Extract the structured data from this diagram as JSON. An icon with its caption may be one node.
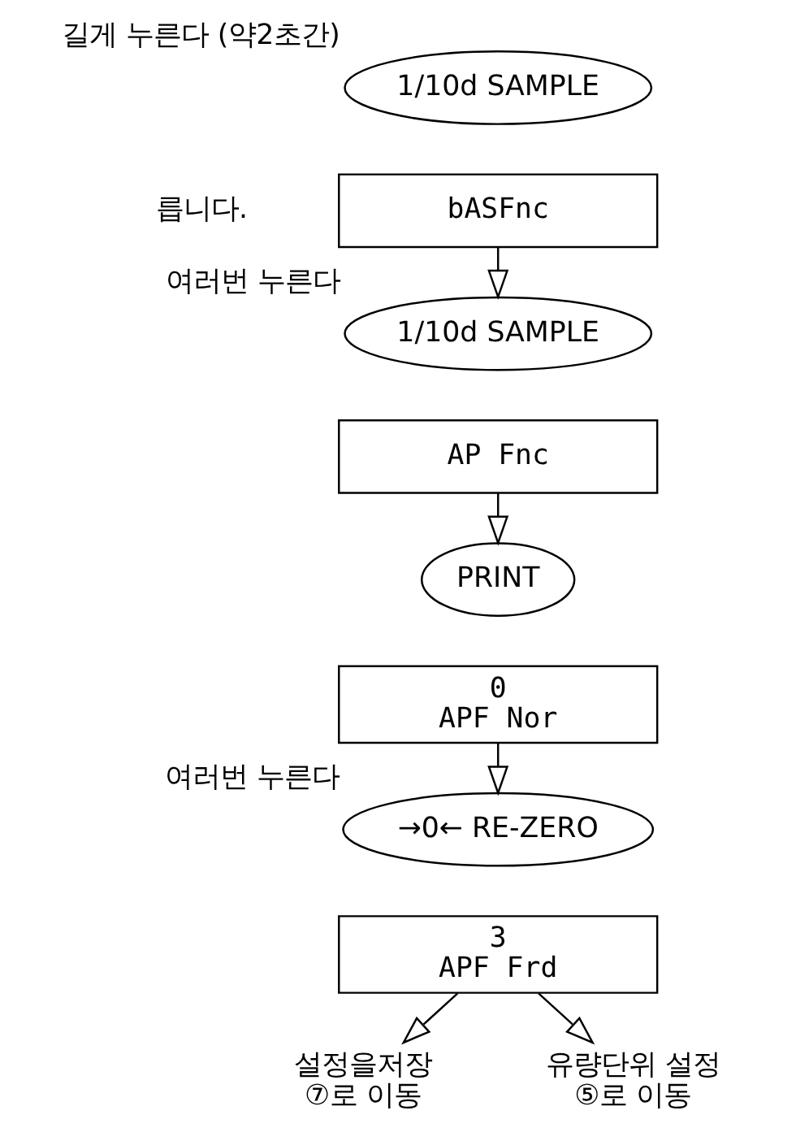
{
  "diagram": {
    "nodes": [
      {
        "text": [
          "1/10d SAMPLE"
        ],
        "beside": [
          "길게 누른다 (약2초간)"
        ]
      },
      {
        "text": [
          "bASFnc"
        ]
      },
      {
        "text": [
          "1/10d SAMPLE"
        ],
        "beside": [
          "여러번 누른다"
        ]
      },
      {
        "text": [
          "AP Fnc"
        ]
      },
      {
        "text": [
          "PRINT"
        ]
      },
      {
        "text": [
          "0",
          "APF Nor"
        ]
      },
      {
        "text": [
          "→0← RE-ZERO"
        ],
        "beside": [
          "여러번 누른다"
        ]
      },
      {
        "text": [
          "3",
          "APF Frd"
        ]
      },
      {
        "text": [
          "설정을저장",
          "⑦로 이동"
        ]
      },
      {
        "text": [
          "유량단위 설정",
          "⑤로 이동"
        ]
      }
    ],
    "edges": [
      {
        "from": 1,
        "to": 2,
        "arrow": "to"
      },
      {
        "from": 3,
        "to": 4,
        "arrow": "to"
      },
      {
        "from": 5,
        "to": 6,
        "arrow": "to"
      },
      {
        "from": 7,
        "to": 8,
        "arrow": "to"
      },
      {
        "from": 7,
        "to": 9,
        "arrow": "to"
      }
    ],
    "labels": [
      "릅니다."
    ]
  }
}
